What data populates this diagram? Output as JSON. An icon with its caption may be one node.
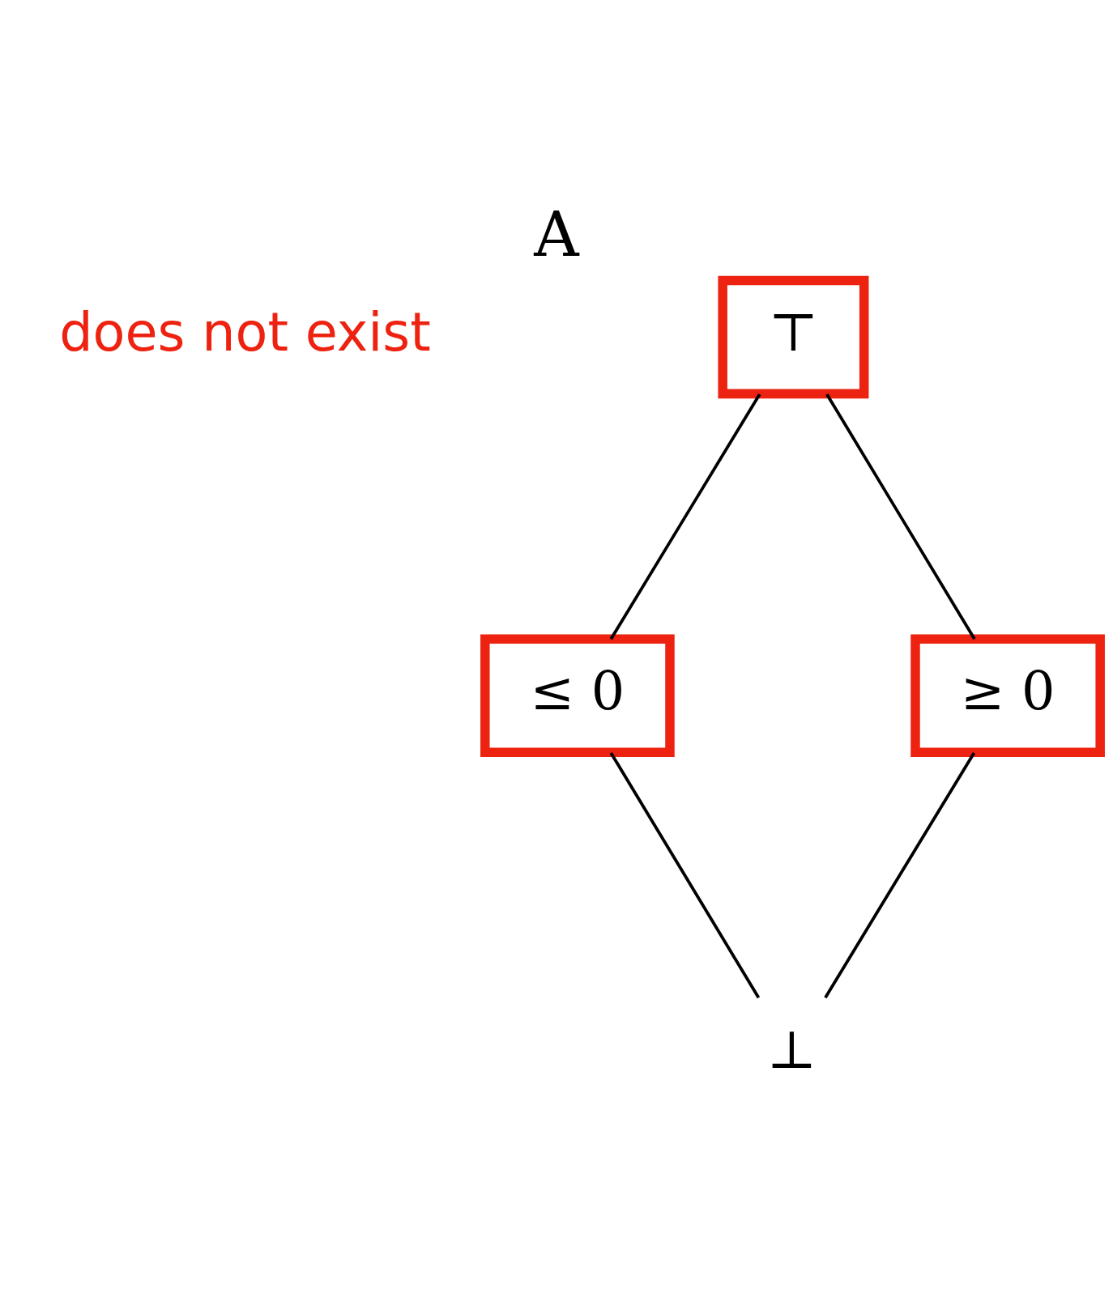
{
  "diagram": {
    "title": "A",
    "nodes": [
      {
        "text": [
          "⊤"
        ]
      },
      {
        "text": [
          "≤ 0"
        ]
      },
      {
        "text": [
          "≥ 0"
        ]
      },
      {
        "text": [
          "⊥"
        ]
      }
    ],
    "edges": [
      {
        "from": 0,
        "to": 1,
        "arrow": "none"
      },
      {
        "from": 0,
        "to": 2,
        "arrow": "none"
      },
      {
        "from": 1,
        "to": 3,
        "arrow": "none"
      },
      {
        "from": 2,
        "to": 3,
        "arrow": "none"
      }
    ],
    "labels": [
      "does not exist"
    ]
  }
}
